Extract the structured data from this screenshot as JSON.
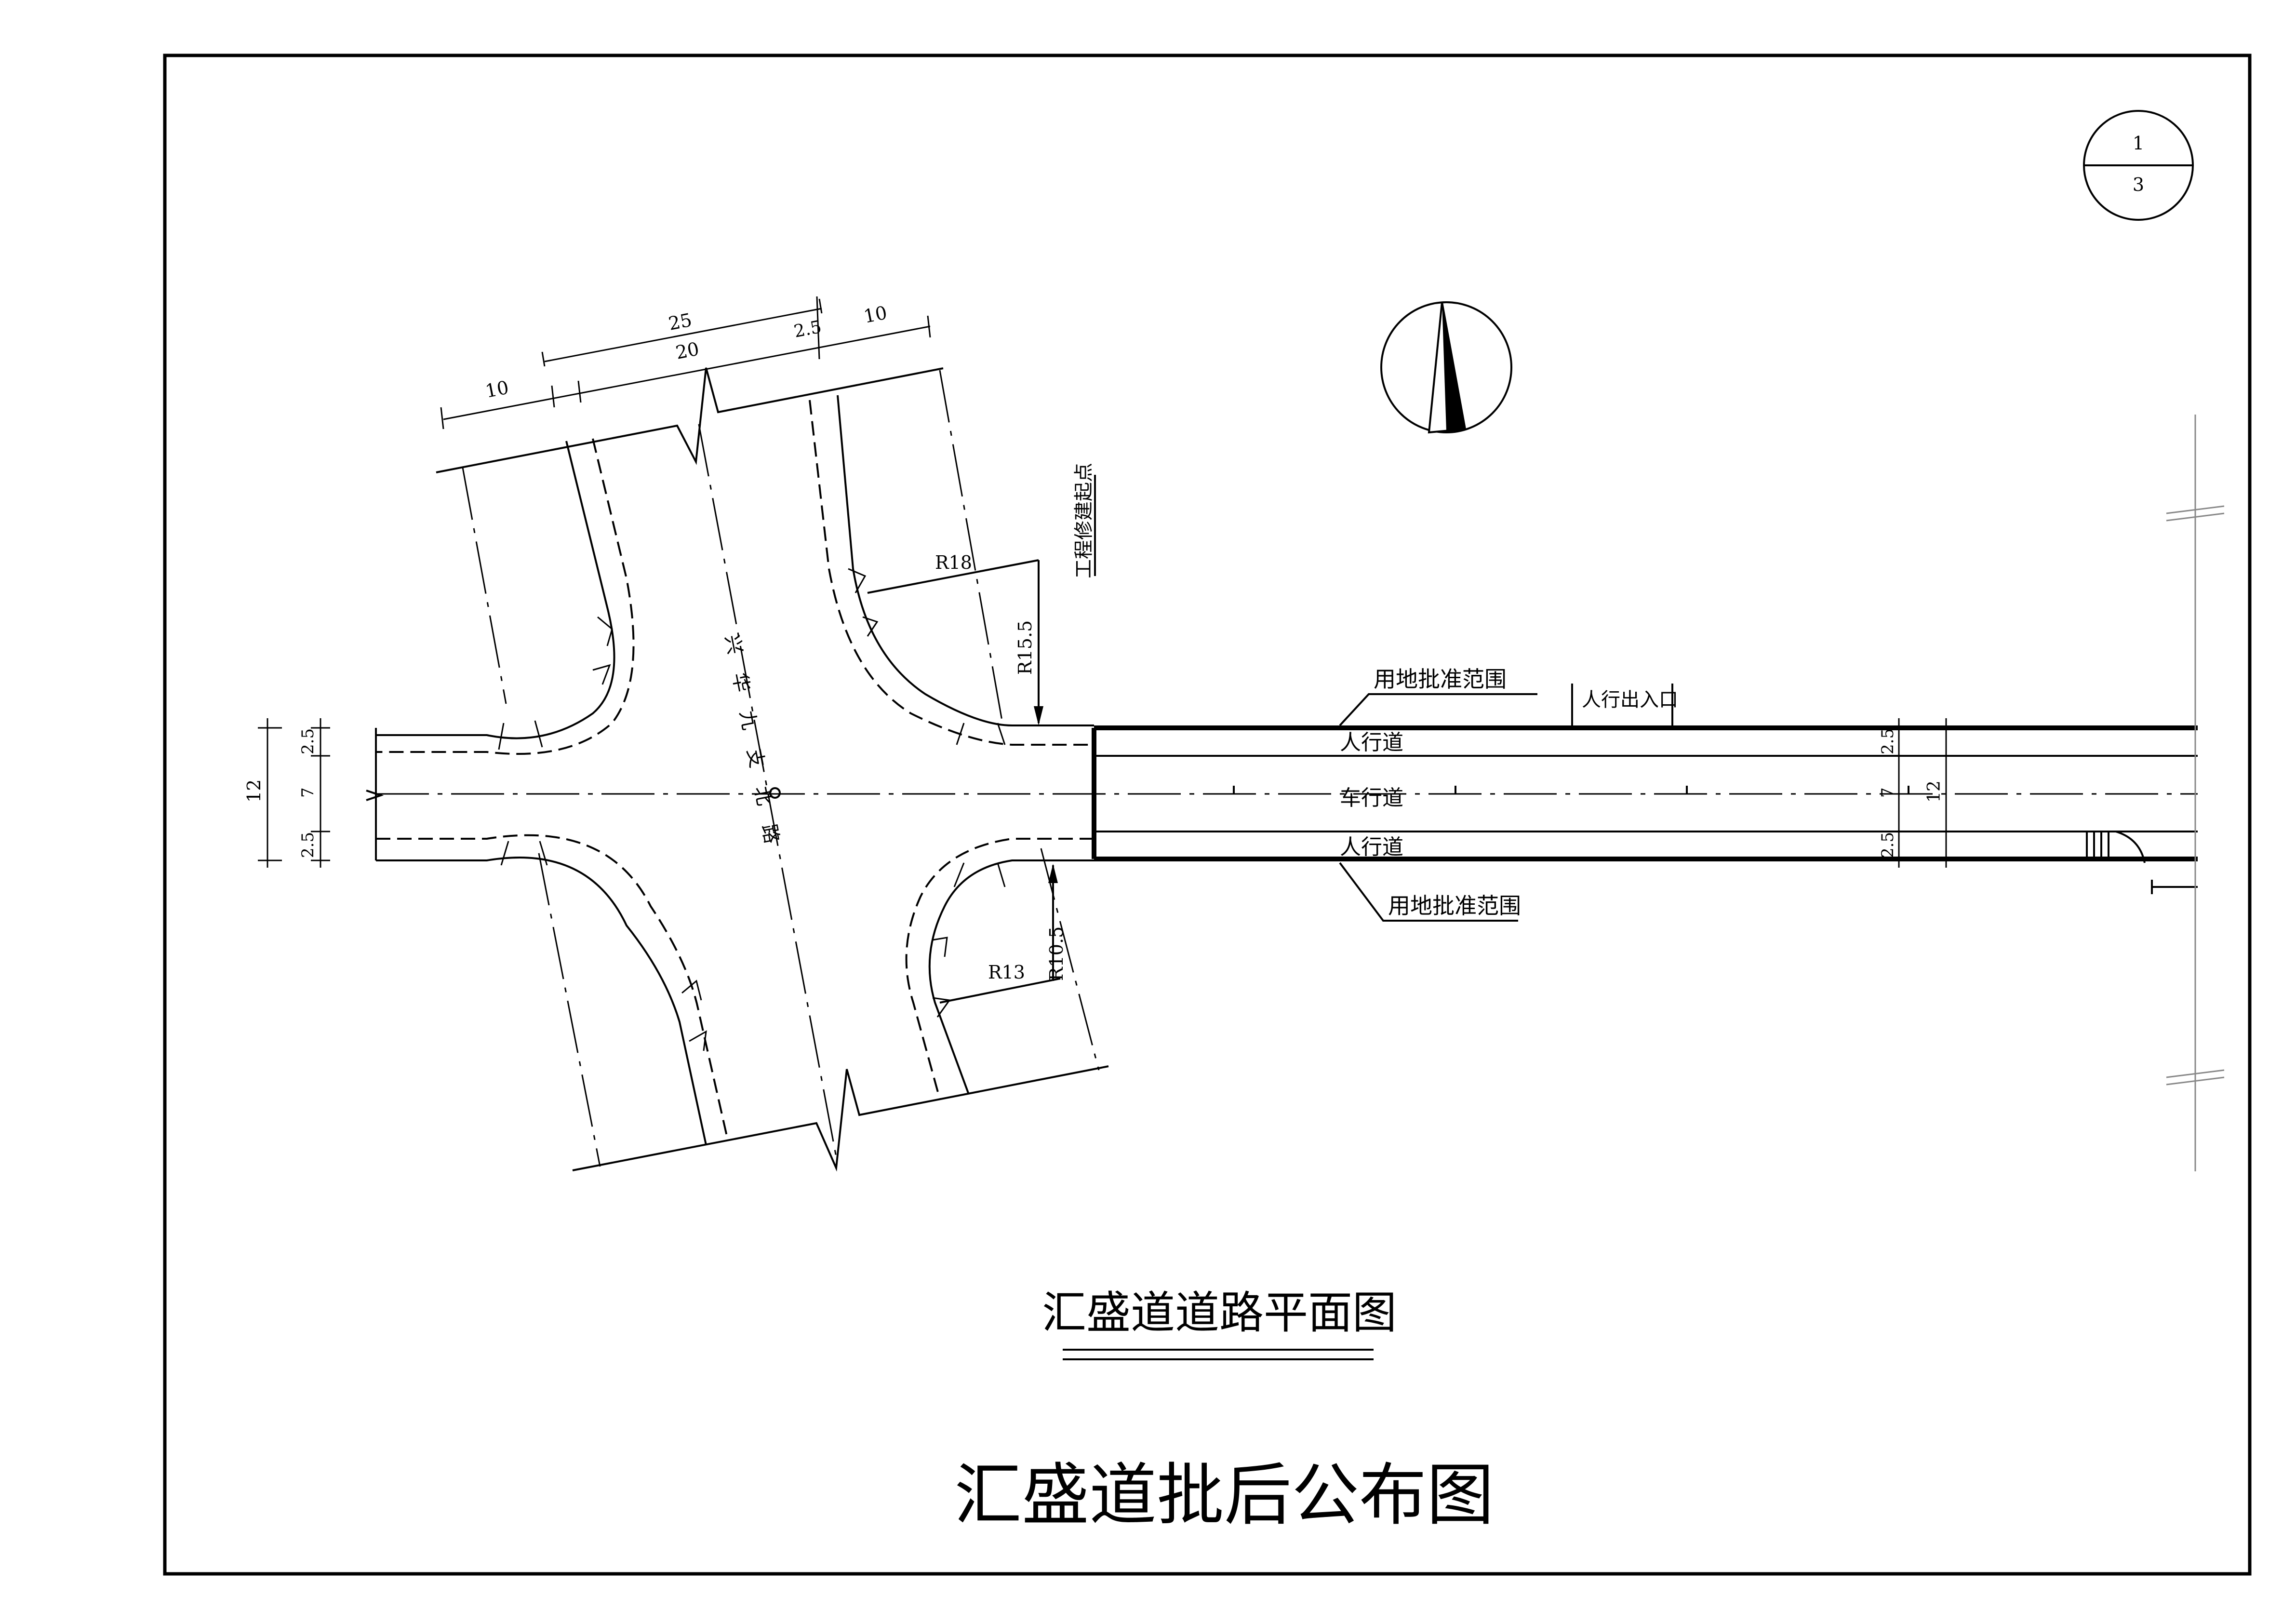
{
  "drawing": {
    "plan_title": "汇盛道道路平面图",
    "main_title": "汇盛道批后公布图",
    "sheet": {
      "number": "1",
      "total": "3"
    },
    "cross_road_name": "兴华九支北路",
    "labels": {
      "boundary_top": "用地批准范围",
      "boundary_bottom": "用地批准范围",
      "pedestrian_entrance": "人行出入口",
      "sidewalk_top": "人行道",
      "carriageway": "车行道",
      "sidewalk_bottom": "人行道",
      "project_start": "工程修建起点"
    },
    "dimensions": {
      "top_25": "25",
      "top_20": "20",
      "top_2_5": "2.5",
      "top_10_left": "10",
      "top_10_right": "10",
      "left_total": "12",
      "left_top": "2.5",
      "left_mid": "7",
      "left_bottom": "2.5",
      "right_top": "2.5",
      "right_mid": "7",
      "right_bottom": "2.5",
      "right_total": "12"
    },
    "radii": {
      "r18": "R18",
      "r15_5": "R15.5",
      "r13": "R13",
      "r10_5": "R10.5"
    },
    "icons": {
      "north_arrow": "north-arrow-icon"
    }
  }
}
